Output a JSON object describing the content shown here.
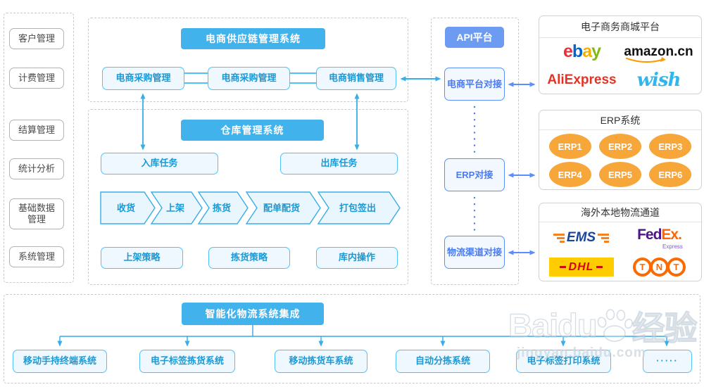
{
  "sidebar": {
    "items": [
      "客户管理",
      "计费管理",
      "结算管理",
      "统计分析",
      "基础数据管理",
      "系统管理"
    ]
  },
  "supply_chain": {
    "title": "电商供应链管理系统",
    "boxes": [
      "电商采购管理",
      "电商采购管理",
      "电商销售管理"
    ]
  },
  "warehouse": {
    "title": "仓库管理系统",
    "tasks": [
      "入库任务",
      "出库任务"
    ],
    "flow": [
      "收货",
      "上架",
      "拣货",
      "配单配货",
      "打包签出"
    ],
    "strategies": [
      "上架策略",
      "拣货策略",
      "库内操作"
    ]
  },
  "api": {
    "platform": "API平台",
    "nodes": [
      "电商平台对接",
      "ERP对接",
      "物流渠道对接"
    ]
  },
  "right": {
    "mall": {
      "title": "电子商务商城平台",
      "ebay_letters": [
        {
          "t": "e",
          "c": "#e53238"
        },
        {
          "t": "b",
          "c": "#0064d2"
        },
        {
          "t": "a",
          "c": "#f5af02"
        },
        {
          "t": "y",
          "c": "#86b817"
        }
      ],
      "amazon": "amazon.cn",
      "aliexpress": "AliExpress",
      "wish": "wish"
    },
    "erp": {
      "title": "ERP系统",
      "items": [
        "ERP1",
        "ERP2",
        "ERP3",
        "ERP4",
        "ERP5",
        "ERP6"
      ]
    },
    "logistics": {
      "title": "海外本地物流通道",
      "ems": "EMS",
      "fedex": {
        "fed": "Fed",
        "ex": "Ex",
        "sub": "Express"
      },
      "dhl": "DHL",
      "tnt": [
        "T",
        "N",
        "T"
      ]
    }
  },
  "integration": {
    "title": "智能化物流系统集成",
    "systems": [
      "移动手持终端系统",
      "电子标签拣货系统",
      "移动拣货车系统",
      "自动分拣系统",
      "电子标签打印系统",
      "·····"
    ]
  },
  "watermark": {
    "brand": "Baidu",
    "suffix": "经验",
    "url": "jingyan.baidu.com"
  },
  "colors": {
    "sky_header": "#41b2ec",
    "light_blue_border": "#4fc3f7",
    "light_blue_text": "#1b99d5",
    "cornflower": "#5b8ff9",
    "api_button": "#6d9bf1",
    "erp_orange": "#f7a73a"
  }
}
